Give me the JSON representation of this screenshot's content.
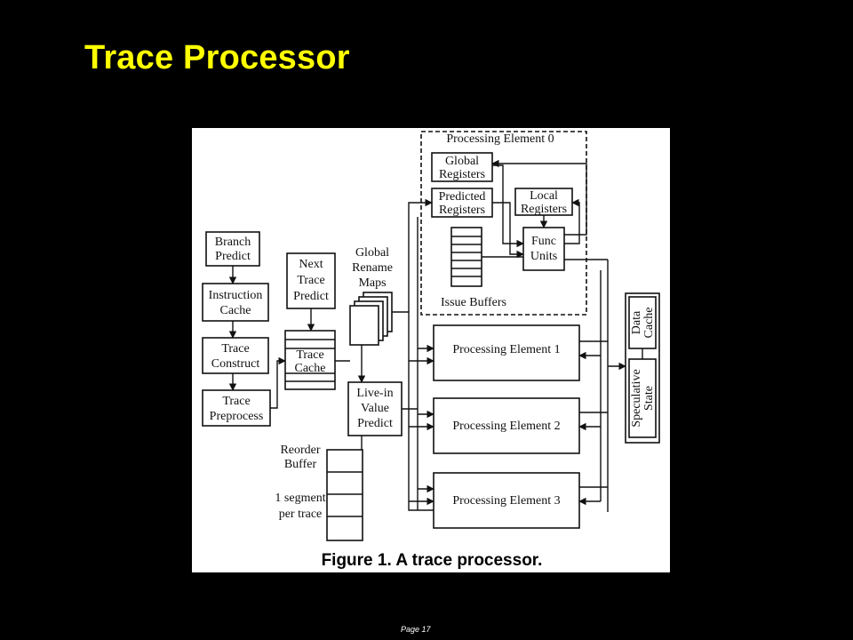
{
  "slide": {
    "title": "Trace Processor",
    "page": "Page 17"
  },
  "diagram": {
    "caption": "Figure 1. A trace processor.",
    "frontend": {
      "branch_predict": [
        "Branch",
        "Predict"
      ],
      "instruction_cache": [
        "Instruction",
        "Cache"
      ],
      "trace_construct": [
        "Trace",
        "Construct"
      ],
      "trace_preprocess": [
        "Trace",
        "Preprocess"
      ],
      "next_trace_predict": [
        "Next",
        "Trace",
        "Predict"
      ],
      "trace_cache": [
        "Trace",
        "Cache"
      ],
      "global_rename_maps": [
        "Global",
        "Rename",
        "Maps"
      ],
      "live_in_value_predict": [
        "Live-in",
        "Value",
        "Predict"
      ],
      "reorder_buffer": [
        "Reorder",
        "Buffer"
      ],
      "segment_note": [
        "1 segment",
        "per trace"
      ]
    },
    "pe0": {
      "title": "Processing Element 0",
      "global_registers": [
        "Global",
        "Registers"
      ],
      "predicted_registers": [
        "Predicted",
        "Registers"
      ],
      "local_registers": [
        "Local",
        "Registers"
      ],
      "func_units": [
        "Func",
        "Units"
      ],
      "issue_buffers": "Issue Buffers"
    },
    "processing_elements": [
      "Processing Element 1",
      "Processing Element 2",
      "Processing Element 3"
    ],
    "memory": {
      "data_cache": [
        "Data",
        "Cache"
      ],
      "speculative_state": [
        "Speculative",
        "State"
      ]
    }
  }
}
